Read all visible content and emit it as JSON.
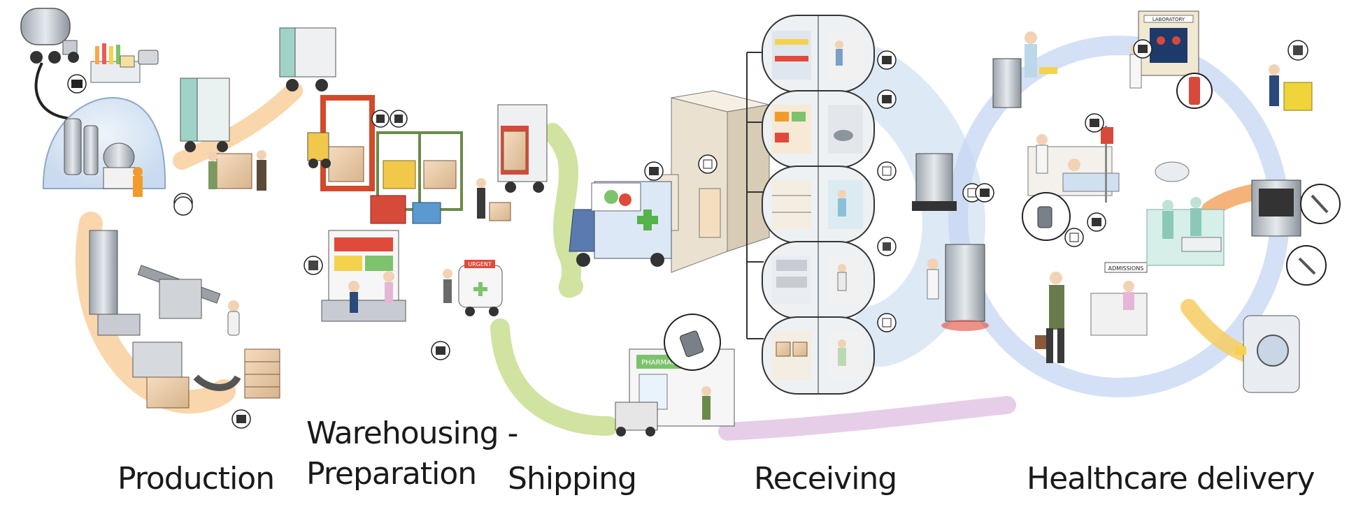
{
  "stages": {
    "production": "Production",
    "warehousing_line1": "Warehousing -",
    "warehousing_line2": "Preparation",
    "shipping": "Shipping",
    "receiving": "Receiving",
    "healthcare": "Healthcare delivery"
  },
  "signs": {
    "laboratory": "LABORATORY",
    "admissions": "ADMISSIONS",
    "pharmacy": "PHARMACY",
    "urgent": "URGENT"
  },
  "colors": {
    "production_flow": "#f8c890",
    "warehouse_flow": "#f8c890",
    "shipping_flow": "#c4dc88",
    "pharmacy_flow": "#e3c6e4",
    "receiving_flow": "#d6e3f4",
    "healthcare_ring": "#c6d6f2",
    "or_flow": "#f3a662",
    "wash_flow": "#f6cc62"
  }
}
